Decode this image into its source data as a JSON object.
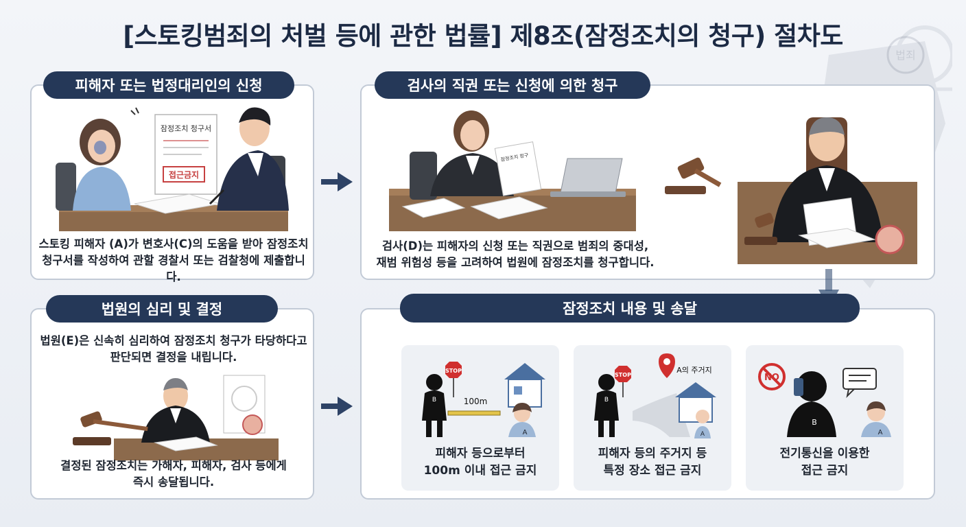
{
  "title": "[스토킹범죄의 처벌 등에 관한 법률] 제8조(잠정조치의 청구) 절차도",
  "steps": {
    "application": {
      "heading": "피해자 또는 법정대리인의 신청",
      "description": "스토킹 피해자 (A)가 변호사(C)의 도움을 받아 잠정조치\n청구서를 작성하여 관할 경찰서 또는 검찰청에 제출합니다.",
      "document_title": "잠정조치 청구서",
      "document_stamp": "접근금지"
    },
    "prosecutor": {
      "heading": "검사의 직권 또는 신청에 의한 청구",
      "description": "검사(D)는 피해자의 신청 또는 직권으로 범죄의 중대성,\n재범 위험성 등을 고려하여 법원에 잠정조치를 청구합니다.",
      "document_title": "잠정조치 청구"
    },
    "court": {
      "heading": "법원의 심리 및 결정",
      "description_top": "법원(E)은 신속히 심리하여 잠정조치 청구가 타당하다고\n판단되면 결정을 내립니다.",
      "description_bottom": "결정된 잠정조치는 가해자, 피해자, 검사 등에게\n즉시 송달됩니다."
    },
    "measures": {
      "heading": "잠정조치 내용 및 송달",
      "items": [
        {
          "caption": "피해자 등으로부터\n100m 이내 접근 금지",
          "distance_label": "100m",
          "stop_sign": "STOP",
          "offender_label": "B",
          "victim_label": "A"
        },
        {
          "caption": "피해자 등의 주거지 등\n특정 장소 접근 금지",
          "place_label": "A의 주거지",
          "stop_sign": "STOP",
          "offender_label": "B",
          "victim_label": "A"
        },
        {
          "caption": "전기통신을 이용한\n접근 금지",
          "no_sign": "NO",
          "offender_label": "B",
          "victim_label": "A"
        }
      ]
    }
  },
  "watermark_text": "법죄",
  "colors": {
    "heading_bg": "#253858",
    "arrow": "#2e4366",
    "stop_red": "#d0302f",
    "panel_border": "#c2cad6",
    "title": "#1c2a44"
  }
}
